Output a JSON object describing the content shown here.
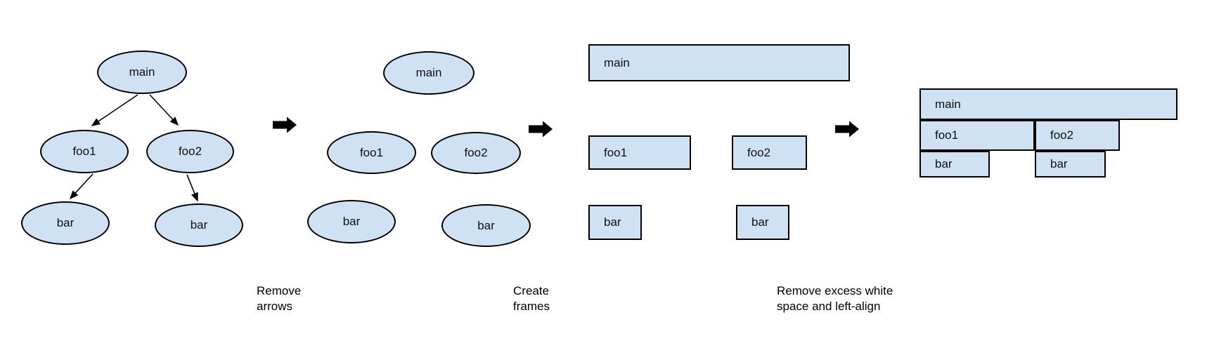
{
  "colors": {
    "background": "#ffffff",
    "node_fill": "#cfe2f3",
    "node_border": "#000000",
    "arrow": "#000000",
    "text": "#000000"
  },
  "stages": [
    {
      "nodes": [
        {
          "label": "main"
        },
        {
          "label": "foo1"
        },
        {
          "label": "foo2"
        },
        {
          "label": "bar"
        },
        {
          "label": "bar"
        }
      ]
    },
    {
      "nodes": [
        {
          "label": "main"
        },
        {
          "label": "foo1"
        },
        {
          "label": "foo2"
        },
        {
          "label": "bar"
        },
        {
          "label": "bar"
        }
      ]
    },
    {
      "nodes": [
        {
          "label": "main"
        },
        {
          "label": "foo1"
        },
        {
          "label": "foo2"
        },
        {
          "label": "bar"
        },
        {
          "label": "bar"
        }
      ]
    },
    {
      "nodes": [
        {
          "label": "main"
        },
        {
          "label": "foo1"
        },
        {
          "label": "foo2"
        },
        {
          "label": "bar"
        },
        {
          "label": "bar"
        }
      ]
    }
  ],
  "step_labels": [
    {
      "text": "Remove arrows"
    },
    {
      "text": "Create frames"
    },
    {
      "text": "Remove excess white space and left-align"
    }
  ]
}
